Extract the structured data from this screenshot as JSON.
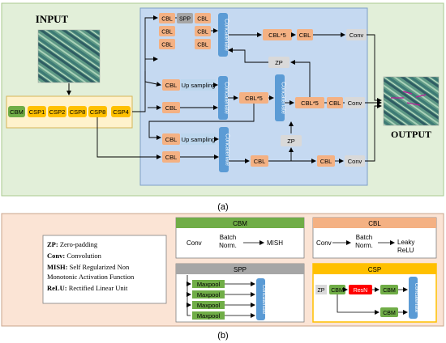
{
  "panel_a": {
    "input_label": "INPUT",
    "output_label": "OUTPUT",
    "caption": "(a)",
    "backbone": [
      "CBM",
      "CSP1",
      "CSP2",
      "CSP8",
      "CSP8",
      "CSP4"
    ],
    "spp_block": {
      "cbl_left": [
        "CBL",
        "CBL",
        "CBL"
      ],
      "spp": "SPP",
      "cbl_right": [
        "CBL",
        "CBL",
        "CBL"
      ]
    },
    "concatenate": "Concatenate",
    "cbl": "CBL",
    "cbl5": "CBL*5",
    "conv": "Conv",
    "zp": "ZP",
    "up_sampling": "Up sampling"
  },
  "panel_b": {
    "caption": "(b)",
    "legend": [
      {
        "key": "ZP:",
        "desc": "Zero-padding"
      },
      {
        "key": "Conv:",
        "desc": "Convolution"
      },
      {
        "key": "MISH:",
        "desc": "Self Regularized Non"
      },
      {
        "key": "",
        "desc": "Monotonic Activation Function"
      },
      {
        "key": "ReLU:",
        "desc": "Rectified Linear Unit"
      }
    ],
    "cbm": {
      "title": "CBM",
      "conv": "Conv",
      "batch1": "Batch",
      "batch2": "Norm.",
      "act": "MISH"
    },
    "cbl": {
      "title": "CBL",
      "conv": "Conv",
      "batch1": "Batch",
      "batch2": "Norm.",
      "act1": "Leaky",
      "act2": "ReLU"
    },
    "spp": {
      "title": "SPP",
      "maxpool": [
        "Maxpool",
        "Maxpool",
        "Maxpool",
        "Maxpool"
      ],
      "concat": "Concatenate"
    },
    "csp": {
      "title": "CSP",
      "zp": "ZP",
      "cbm1": "CBM",
      "resn": "ResN",
      "cbm2": "CBM",
      "cbm3": "CBM",
      "concat": "Concatenate"
    }
  },
  "colors": {
    "panel_a_bg": "#e2efd9",
    "neck_bg": "#c5d9f1",
    "orange": "#f4b183",
    "yellow": "#ffc000",
    "green": "#70ad47",
    "blue": "#5b9bd5",
    "panel_b_bg": "#fbe4d5",
    "grey": "#d9d9d9",
    "red": "#ff0000"
  }
}
